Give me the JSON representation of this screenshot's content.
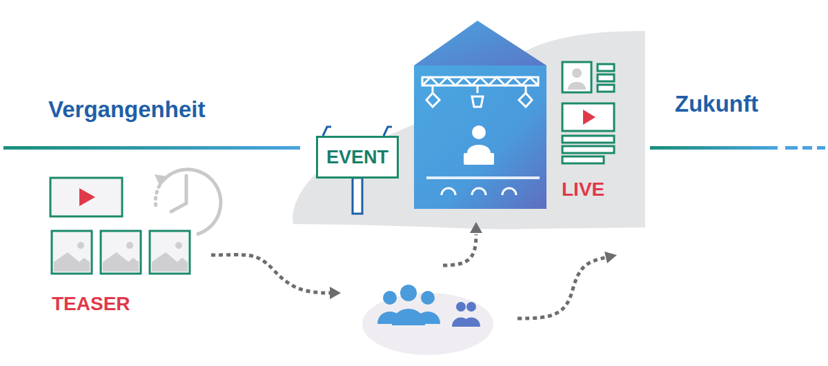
{
  "diagram": {
    "nodes": [
      {
        "text": [
          "EVENT"
        ]
      }
    ],
    "labels": [
      "Vergangenheit",
      "Zukunft",
      "LIVE",
      "TEASER"
    ]
  }
}
